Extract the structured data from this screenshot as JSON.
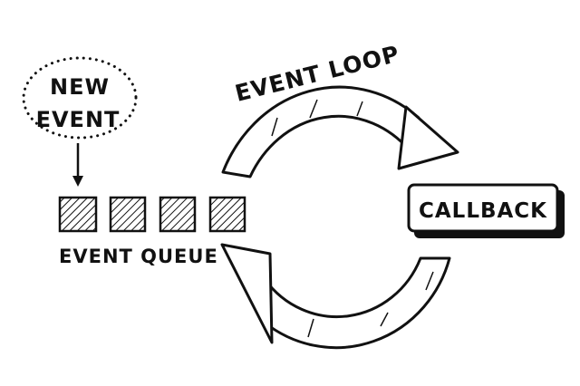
{
  "new_event": {
    "line1": "NEW",
    "line2": "EVENT"
  },
  "queue": {
    "label": "EVENT QUEUE",
    "item_count": 4
  },
  "loop": {
    "label": "EVENT LOOP"
  },
  "callback": {
    "label": "CALLBACK"
  },
  "colors": {
    "ink": "#111111",
    "background": "#ffffff"
  }
}
